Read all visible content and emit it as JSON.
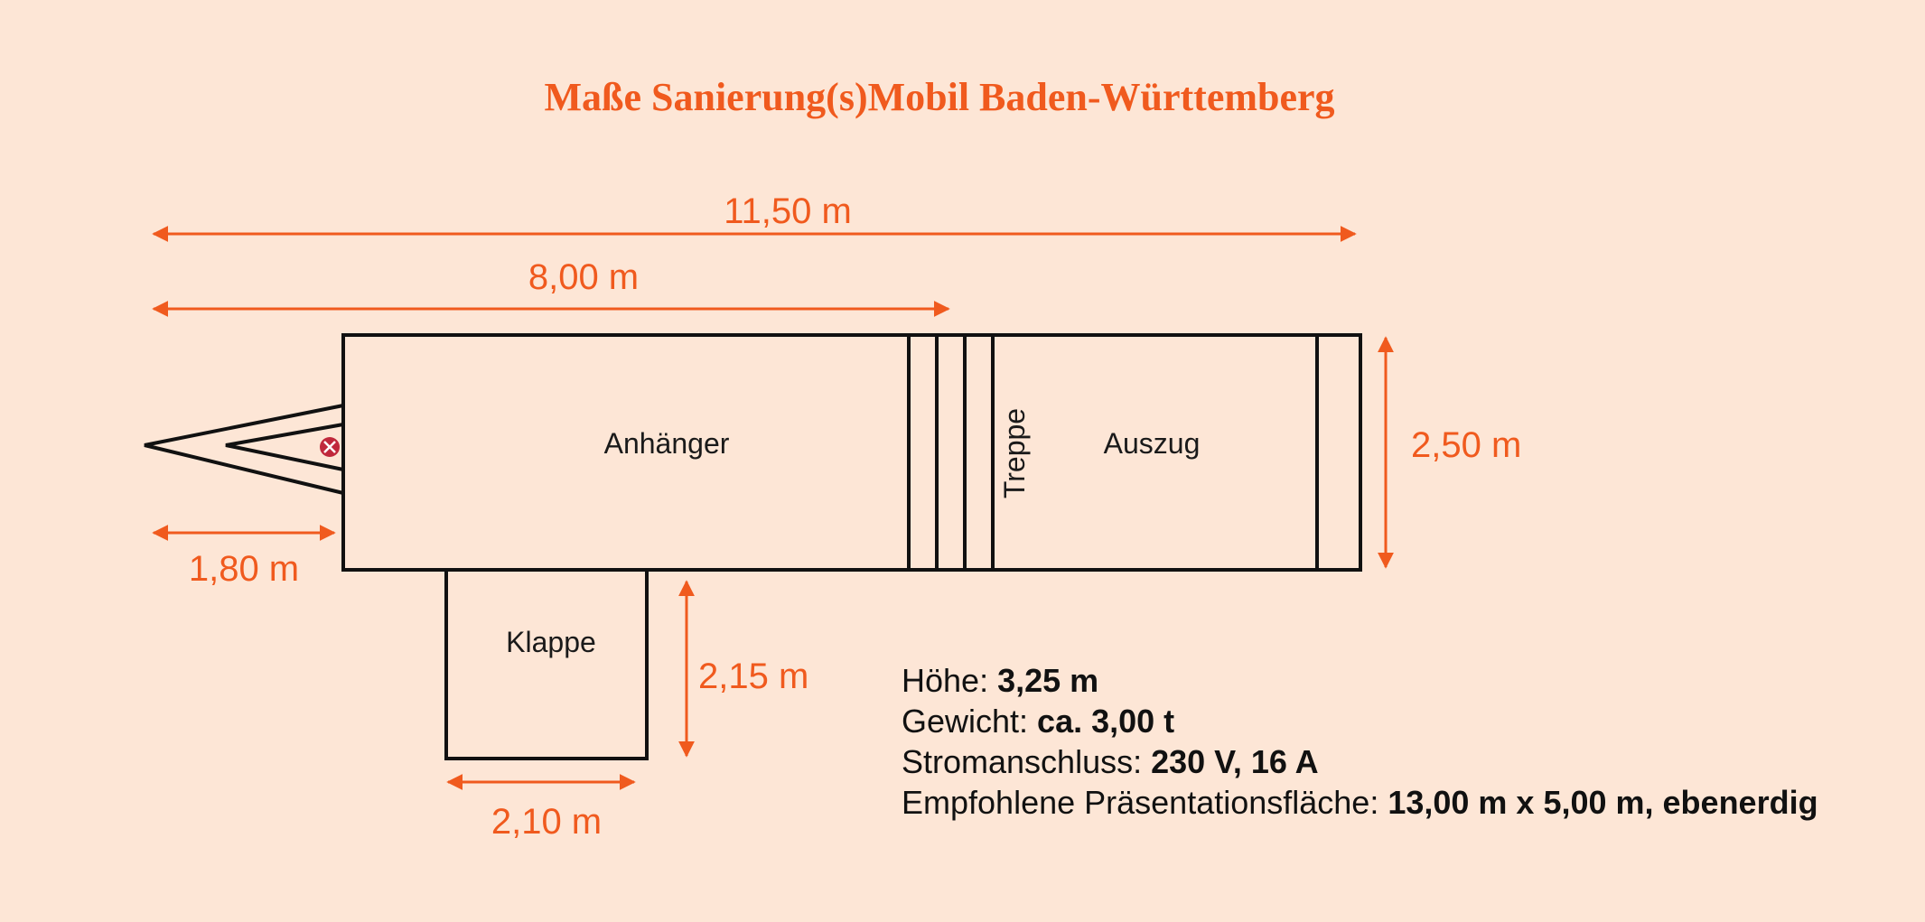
{
  "title": "Maße Sanierung(s)Mobil Baden-Württemberg",
  "dimensions": {
    "total_length": "11,50 m",
    "trailer_length": "8,00 m",
    "drawbar_length": "1,80 m",
    "width": "2,50 m",
    "flap_depth": "2,15 m",
    "flap_width": "2,10 m"
  },
  "labels": {
    "trailer": "Anhänger",
    "stairs": "Treppe",
    "extension": "Auszug",
    "flap": "Klappe"
  },
  "specs": [
    {
      "label": "Höhe:",
      "value": "3,25 m"
    },
    {
      "label": "Gewicht:",
      "value": "ca. 3,00 t"
    },
    {
      "label": "Stromanschluss:",
      "value": "230 V, 16 A"
    },
    {
      "label": "Empfohlene Präsentationsfläche:",
      "value": "13,00 m x 5,00 m, ebenerdig"
    }
  ],
  "colors": {
    "accent": "#f05a1e",
    "background": "#fde6d6",
    "stroke": "#111111",
    "coupling": "#c0283c"
  }
}
